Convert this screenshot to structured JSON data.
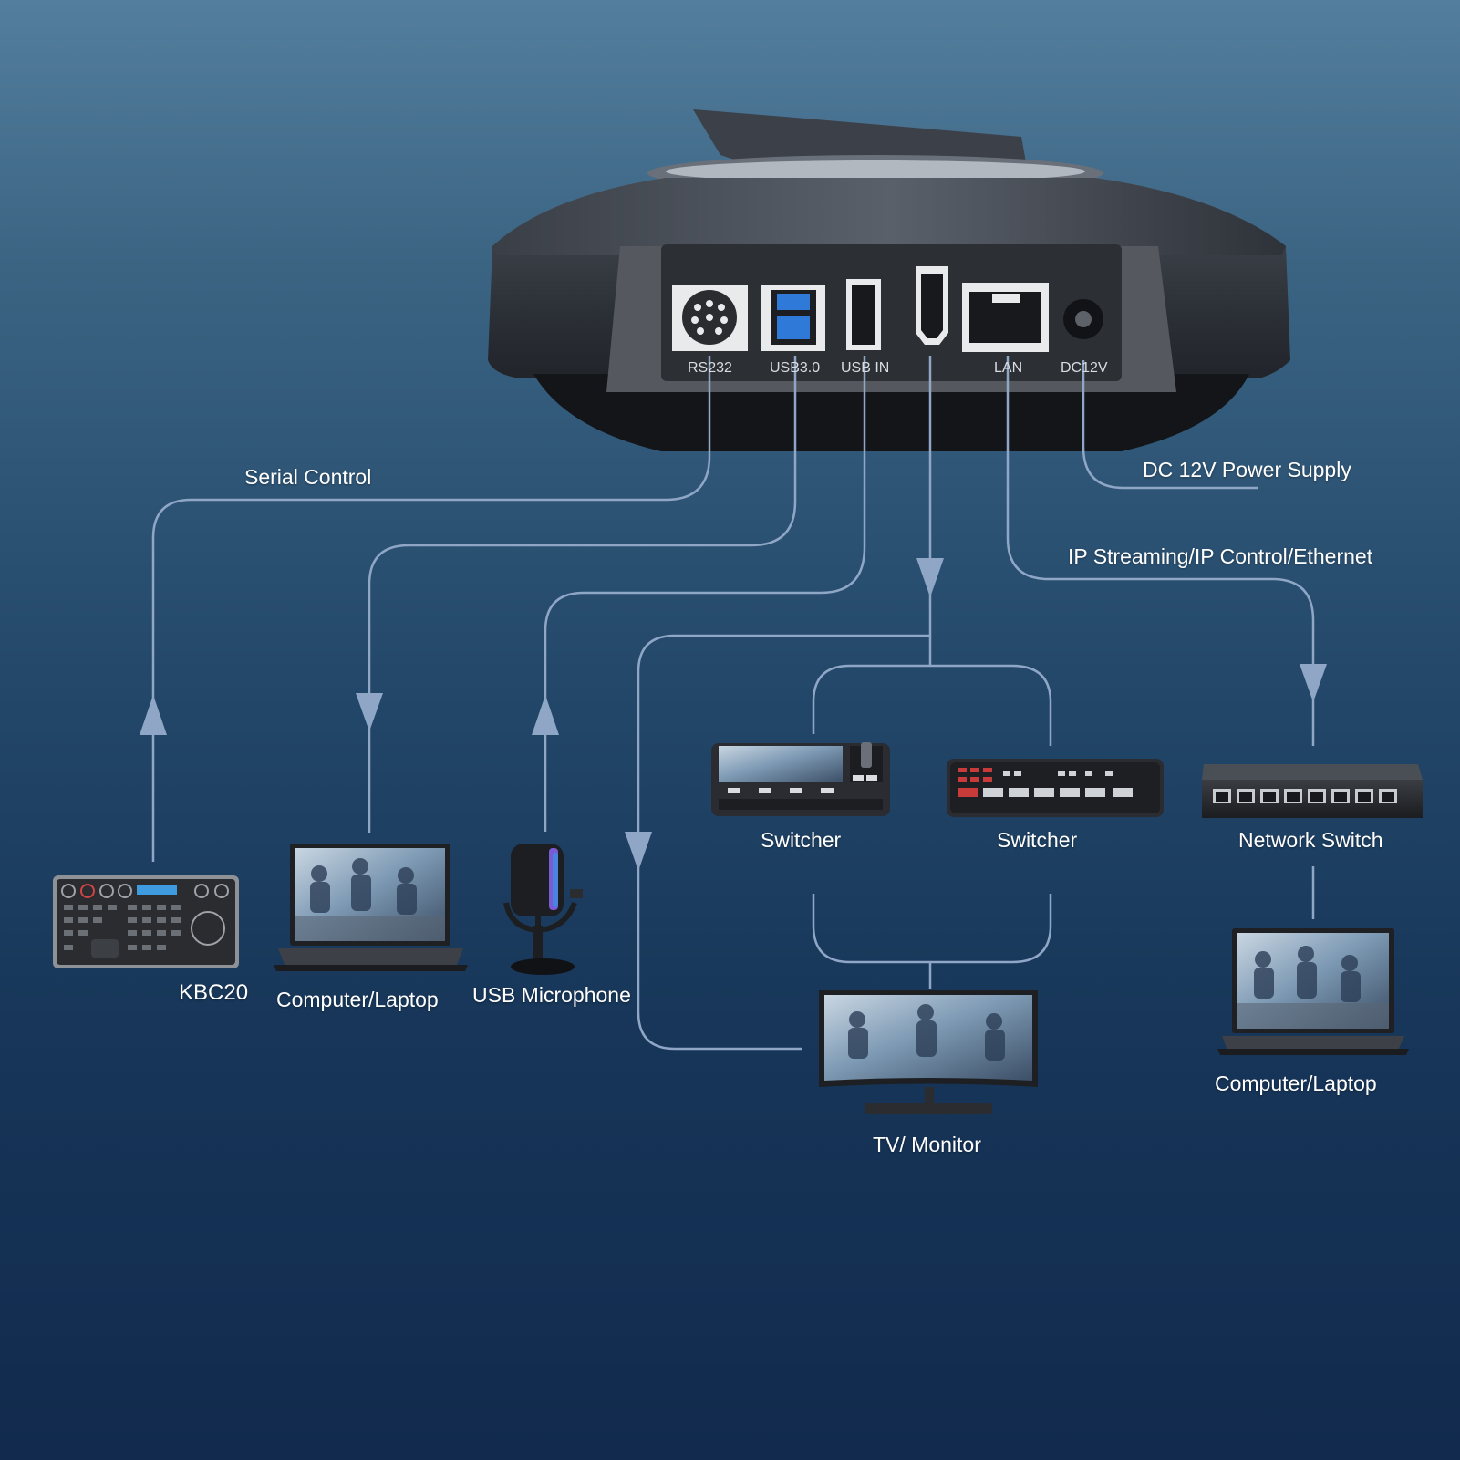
{
  "camera": {
    "ports": {
      "rs232": "RS232",
      "usb30": "USB3.0",
      "usb_in": "USB IN",
      "hdmi": "",
      "lan": "LAN",
      "dc12v": "DC12V"
    }
  },
  "connections": {
    "serial_control": "Serial Control",
    "dc_power": "DC 12V Power Supply",
    "ip_streaming": "IP Streaming/IP Control/Ethernet"
  },
  "devices": {
    "kbc20": "KBC20",
    "laptop_left": "Computer/Laptop",
    "usb_mic": "USB Microphone",
    "switcher_1": "Switcher",
    "switcher_2": "Switcher",
    "network_switch": "Network Switch",
    "laptop_right": "Computer/Laptop",
    "tv_monitor": "TV/ Monitor"
  },
  "colors": {
    "line": "#8fa6c6",
    "usb_blue": "#2f79d8"
  }
}
